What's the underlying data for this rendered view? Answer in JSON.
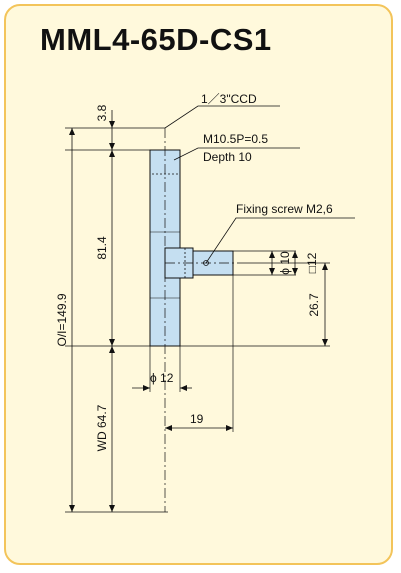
{
  "title": "MML4-65D-CS1",
  "colors": {
    "background": "#fff9dc",
    "border": "#f3c45a",
    "lens_body": "#c5dff1",
    "line": "#111111"
  },
  "labels": {
    "mount": "1／3\"CCD",
    "thread": "M10.5P=0.5",
    "depth": "Depth 10",
    "fixing_screw": "Fixing screw M2,6",
    "dim_top": "3.8",
    "dim_body": "81.4",
    "dim_total": "O/I=149.9",
    "dim_wd": "WD 64.7",
    "dim_phi12": "ϕ 12",
    "dim_19": "19",
    "dim_phi10": "ϕ 10",
    "dim_sq12": "□12",
    "dim_267": "26.7"
  }
}
